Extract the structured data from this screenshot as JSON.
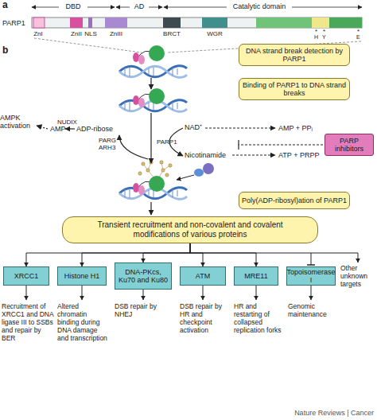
{
  "diagram": {
    "caption": "Nature Reviews | Cancer",
    "nodes": [
      {
        "text": [
          "DNA strand break detection by PARP1"
        ]
      },
      {
        "text": [
          "Binding of PARP1 to DNA strand breaks"
        ]
      },
      {
        "text": [
          "PARP inhibitors"
        ]
      },
      {
        "text": [
          "Poly(ADP-ribosyl)ation of PARP1"
        ]
      },
      {
        "text": [
          "Transient recruitment and non-covalent and covalent modifications of various proteins"
        ]
      },
      {
        "text": [
          "XRCC1"
        ]
      },
      {
        "text": [
          "Histone H1"
        ]
      },
      {
        "text": [
          "DNA-PKcs, Ku70 and Ku80"
        ]
      },
      {
        "text": [
          "ATM"
        ]
      },
      {
        "text": [
          "MRE11"
        ]
      },
      {
        "text": [
          "Topoisomerase I"
        ]
      }
    ],
    "edges": [
      {
        "from": 4,
        "to": 5,
        "arrow": "to"
      },
      {
        "from": 4,
        "to": 6,
        "arrow": "to"
      },
      {
        "from": 4,
        "to": 7,
        "arrow": "to"
      },
      {
        "from": 4,
        "to": 8,
        "arrow": "to"
      },
      {
        "from": 4,
        "to": 9,
        "arrow": "to"
      },
      {
        "from": 4,
        "to": 10,
        "arrow": "none"
      }
    ],
    "labels": [
      "a",
      "DBD",
      "AD",
      "Catalytic domain",
      "PARP1",
      "ZnI",
      "ZnII",
      "NLS",
      "ZnIII",
      "BRCT",
      "WGR",
      "*",
      "*",
      "*",
      "H",
      "Y",
      "E",
      "b",
      "AMPK activation",
      "NUDIX",
      "AMP",
      "ADP-ribose",
      "PARG",
      "ARH3",
      "NAD⁺",
      "PARP1",
      "Nicotinamide",
      "AMP + PPᵢ",
      "ATP + PRPP",
      "Recruitment of XRCC1 and DNA ligase III to SSBs and repair by BER",
      "Altered chromatin binding during DNA damage and transcription",
      "DSB repair by NHEJ",
      "DSB repair by HR and checkpoint activation",
      "HR and restarting of collapsed replication forks",
      "Genomic maintenance",
      "Other unknown targets"
    ]
  }
}
